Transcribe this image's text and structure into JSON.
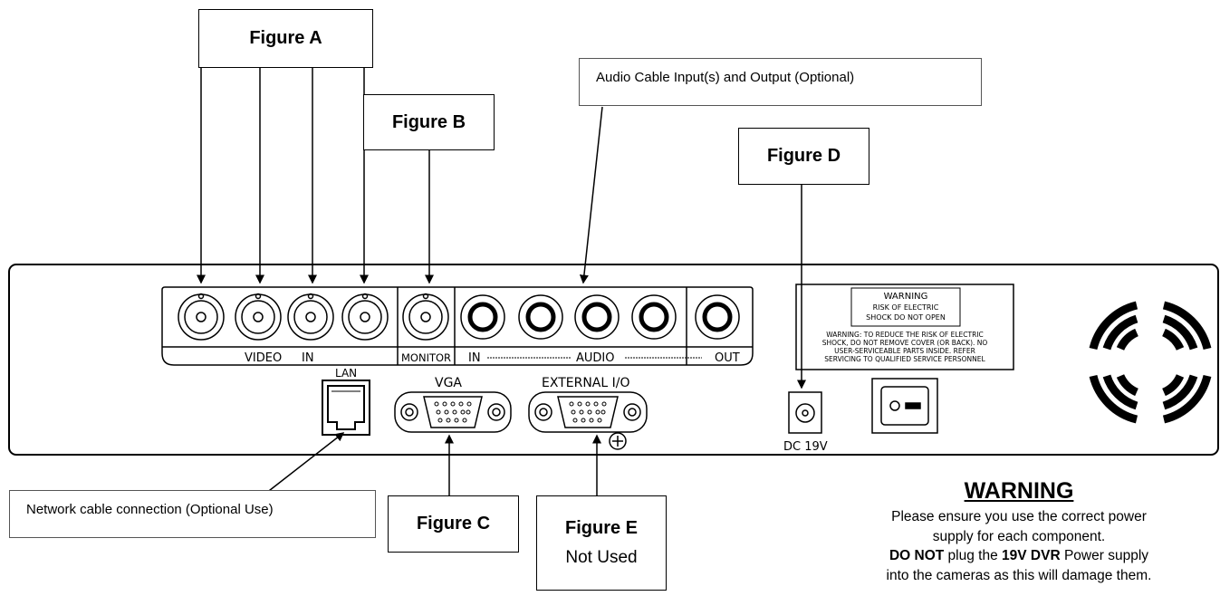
{
  "callouts": {
    "figure_a": "Figure A",
    "figure_b": "Figure B",
    "figure_c": "Figure C",
    "figure_d": "Figure D",
    "figure_e": "Figure E",
    "figure_e_note": "Not Used",
    "audio_cable": "Audio Cable Input(s) and Output (Optional)",
    "network_cable": "Network cable connection (Optional Use)"
  },
  "panel_labels": {
    "video": "VIDEO",
    "in": "IN",
    "monitor": "MONITOR",
    "audio_in": "IN",
    "audio": "AUDIO",
    "audio_out": "OUT",
    "lan": "LAN",
    "vga": "VGA",
    "external_io": "EXTERNAL I/O",
    "dc": "DC 19V"
  },
  "label_plate": {
    "title": "WARNING",
    "line1": "RISK OF ELECTRIC",
    "line2": "SHOCK DO NOT OPEN",
    "body": [
      "WARNING:  TO REDUCE THE RISK OF ELECTRIC",
      "SHOCK, DO NOT REMOVE COVER (OR BACK). NO",
      "USER-SERVICEABLE PARTS INSIDE. REFER",
      "SERVICING TO QUALIFIED SERVICE PERSONNEL"
    ]
  },
  "warning": {
    "title": "WARNING",
    "line1": "Please ensure you use the correct power",
    "line2": "supply for each component.",
    "line3_b1": "DO NOT",
    "line3_t1": " plug the ",
    "line3_b2": "19V DVR",
    "line3_t2": " Power supply",
    "line4": "into the cameras as this will damage them."
  },
  "colors": {
    "line": "#000000",
    "box_border": "#555555"
  }
}
